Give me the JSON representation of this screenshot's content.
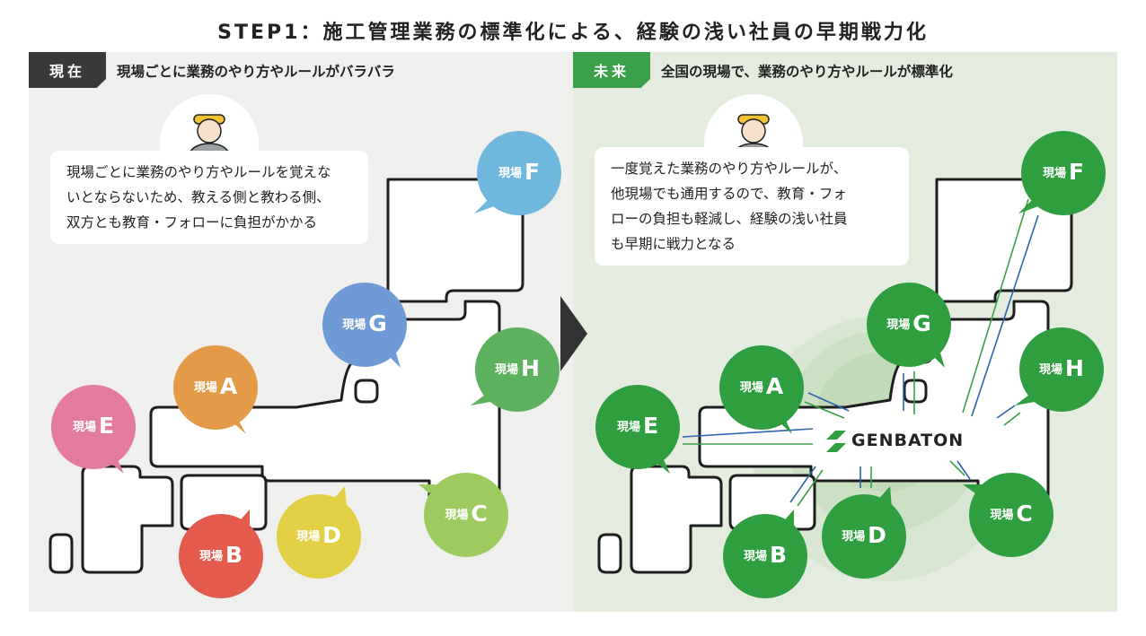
{
  "title": "STEP1：施工管理業務の標準化による、経験の浅い社員の早期戦力化",
  "left": {
    "tag": "現在",
    "heading": "現場ごとに業務のやり方やルールがバラバラ",
    "speech": [
      "現場ごとに業務のやり方やルールを覚えな",
      "いとならないため、教える側と教わる側、",
      "双方とも教育・フォローに負担がかかる"
    ]
  },
  "right": {
    "tag": "未来",
    "heading": "全国の現場で、業務のやり方やルールが標準化",
    "speech": [
      "一度覚えた業務のやり方やルールが、",
      "他現場でも通用するので、教育・フォ",
      "ローの負担も軽減し、経験の浅い社員",
      "も早期に戦力となる"
    ],
    "hub_label": "GENBATON"
  },
  "site_prefix": "現場",
  "sites_left": [
    {
      "id": "A",
      "color": "#e39b49"
    },
    {
      "id": "B",
      "color": "#e45b4d"
    },
    {
      "id": "C",
      "color": "#9dcb5f"
    },
    {
      "id": "D",
      "color": "#e2cf44"
    },
    {
      "id": "E",
      "color": "#e27b9c"
    },
    {
      "id": "F",
      "color": "#6fb7dc"
    },
    {
      "id": "G",
      "color": "#6e9bd6"
    },
    {
      "id": "H",
      "color": "#5cb25d"
    }
  ],
  "sites_right": [
    {
      "id": "A"
    },
    {
      "id": "B"
    },
    {
      "id": "C"
    },
    {
      "id": "D"
    },
    {
      "id": "E"
    },
    {
      "id": "F"
    },
    {
      "id": "G"
    },
    {
      "id": "H"
    }
  ],
  "colors": {
    "future_green": "#2e9e3e",
    "arrow_blue": "#2d62ad",
    "arrow_green": "#3aa148"
  }
}
